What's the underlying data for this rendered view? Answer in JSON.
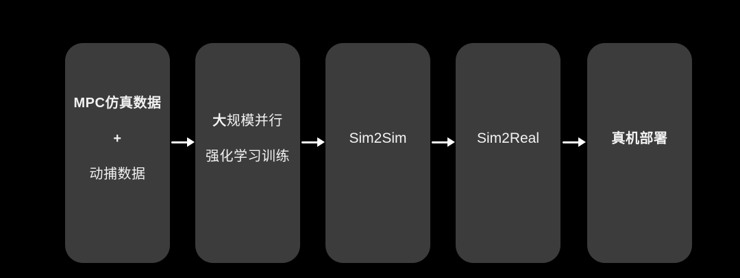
{
  "diagram": {
    "colors": {
      "background": "#000000",
      "node_fill": "#3c3c3c",
      "text": "#f2f2f2",
      "arrow": "#ffffff"
    },
    "icons": {
      "right-arrow": "→"
    },
    "nodes": [
      {
        "name": "mpc-and-mocap-data",
        "lines": [
          {
            "b": "MPC仿真数据",
            "r": ""
          },
          {
            "b": "+",
            "r": ""
          },
          {
            "b": "",
            "r": "动捕数据"
          }
        ]
      },
      {
        "name": "parallel-rl-training",
        "lines": [
          {
            "b": "大",
            "r": "规模并行"
          },
          {
            "b": "",
            "r": "强化学习训练"
          }
        ]
      },
      {
        "name": "sim2sim",
        "lines": [
          {
            "b": "",
            "r": "Sim2Sim"
          }
        ]
      },
      {
        "name": "sim2real",
        "lines": [
          {
            "b": "",
            "r": "Sim2Real"
          }
        ]
      },
      {
        "name": "real-robot-deployment",
        "lines": [
          {
            "b": "真机部署",
            "r": ""
          }
        ]
      }
    ]
  }
}
